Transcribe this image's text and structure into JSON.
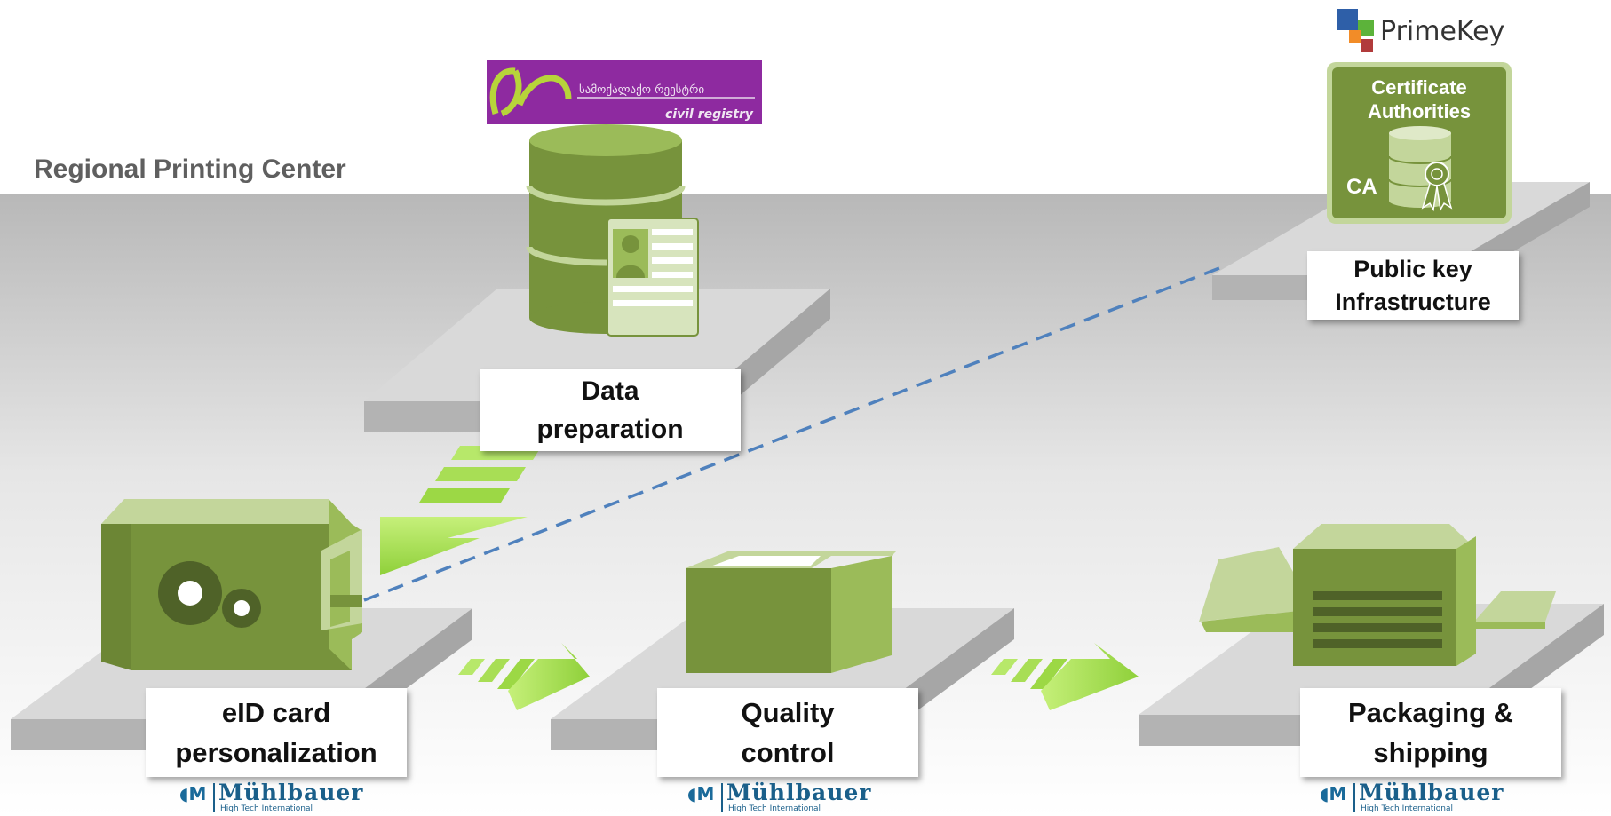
{
  "heading": "Regional Printing Center",
  "steps": {
    "data_prep": [
      "Data",
      "preparation"
    ],
    "pki": [
      "Public key",
      "Infrastructure"
    ],
    "personalization": [
      "eID card",
      "personalization"
    ],
    "quality": [
      "Quality",
      "control"
    ],
    "packaging": [
      "Packaging &",
      "shipping"
    ]
  },
  "ca": {
    "title_lines": [
      "Certificate",
      "Authorities"
    ],
    "abbr": "CA"
  },
  "logos": {
    "civil_registry": {
      "script": "სამოქალაქო რეესტრი",
      "latin": "civil registry"
    },
    "primekey": "PrimeKey",
    "muehlbauer": {
      "name": "Mühlbauer",
      "tagline": "High Tech International",
      "icon": "◖M"
    }
  },
  "colors": {
    "green_dark": "#77933c",
    "green_light": "#c3d69b",
    "arrow_green": "#92d050",
    "dashed_line": "#4f81bd",
    "banner_purple": "#8e2aa0",
    "platform": "#d9d9d9"
  }
}
